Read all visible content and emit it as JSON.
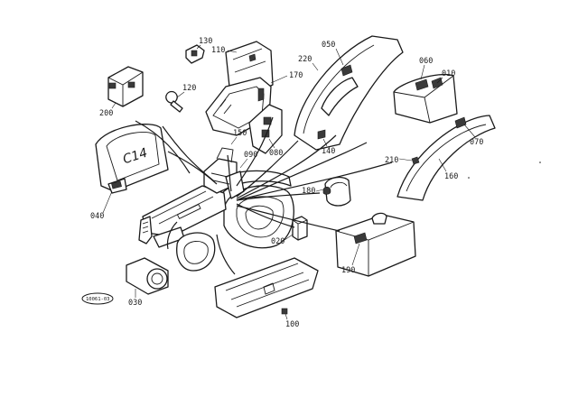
{
  "diagram": {
    "callouts": [
      {
        "id": "c010",
        "text": "010"
      },
      {
        "id": "c020",
        "text": "020"
      },
      {
        "id": "c030",
        "text": "030"
      },
      {
        "id": "c040",
        "text": "040"
      },
      {
        "id": "c050",
        "text": "050"
      },
      {
        "id": "c060",
        "text": "060"
      },
      {
        "id": "c070",
        "text": "070"
      },
      {
        "id": "c080",
        "text": "080"
      },
      {
        "id": "c090",
        "text": "090"
      },
      {
        "id": "c100",
        "text": "100"
      },
      {
        "id": "c110",
        "text": "110"
      },
      {
        "id": "c120",
        "text": "120"
      },
      {
        "id": "c130",
        "text": "130"
      },
      {
        "id": "c140",
        "text": "140"
      },
      {
        "id": "c150",
        "text": "150"
      },
      {
        "id": "c160",
        "text": "160"
      },
      {
        "id": "c170",
        "text": "170"
      },
      {
        "id": "c180",
        "text": "180"
      },
      {
        "id": "c190",
        "text": "190"
      },
      {
        "id": "c200",
        "text": "200"
      },
      {
        "id": "c210",
        "text": "210"
      },
      {
        "id": "c220",
        "text": "220"
      }
    ],
    "panel_lettering": "C14",
    "reference_stamp": "10061-03"
  }
}
